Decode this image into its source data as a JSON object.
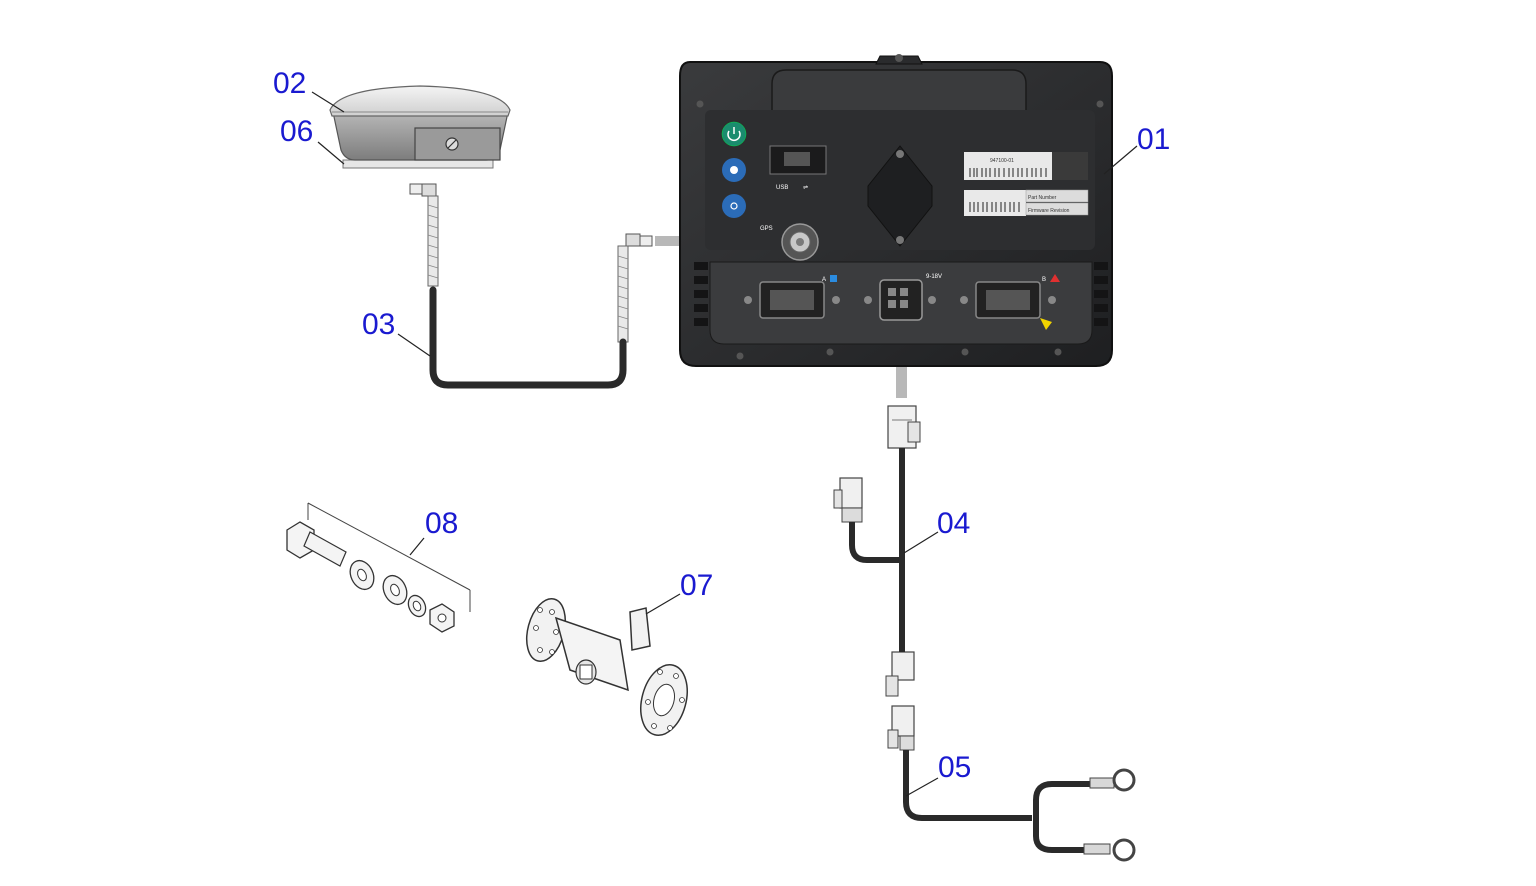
{
  "parts": [
    {
      "id": "01",
      "label": "01"
    },
    {
      "id": "02",
      "label": "02"
    },
    {
      "id": "03",
      "label": "03"
    },
    {
      "id": "04",
      "label": "04"
    },
    {
      "id": "05",
      "label": "05"
    },
    {
      "id": "06",
      "label": "06"
    },
    {
      "id": "07",
      "label": "07"
    },
    {
      "id": "08",
      "label": "08"
    }
  ],
  "display_unit": {
    "ports": {
      "usb": "USB",
      "gps": "GPS",
      "power": "9-18V",
      "port_a": "A",
      "port_b": "B"
    },
    "label_text": "947100-01",
    "product_sticker": "Firmware Revision",
    "part_number_sticker": "Part Number"
  },
  "colors": {
    "callout": "#1a1ad0",
    "unit_body": "#2c2d2f",
    "cable": "#2a2a2a",
    "arrow": "#b8b8b8"
  }
}
